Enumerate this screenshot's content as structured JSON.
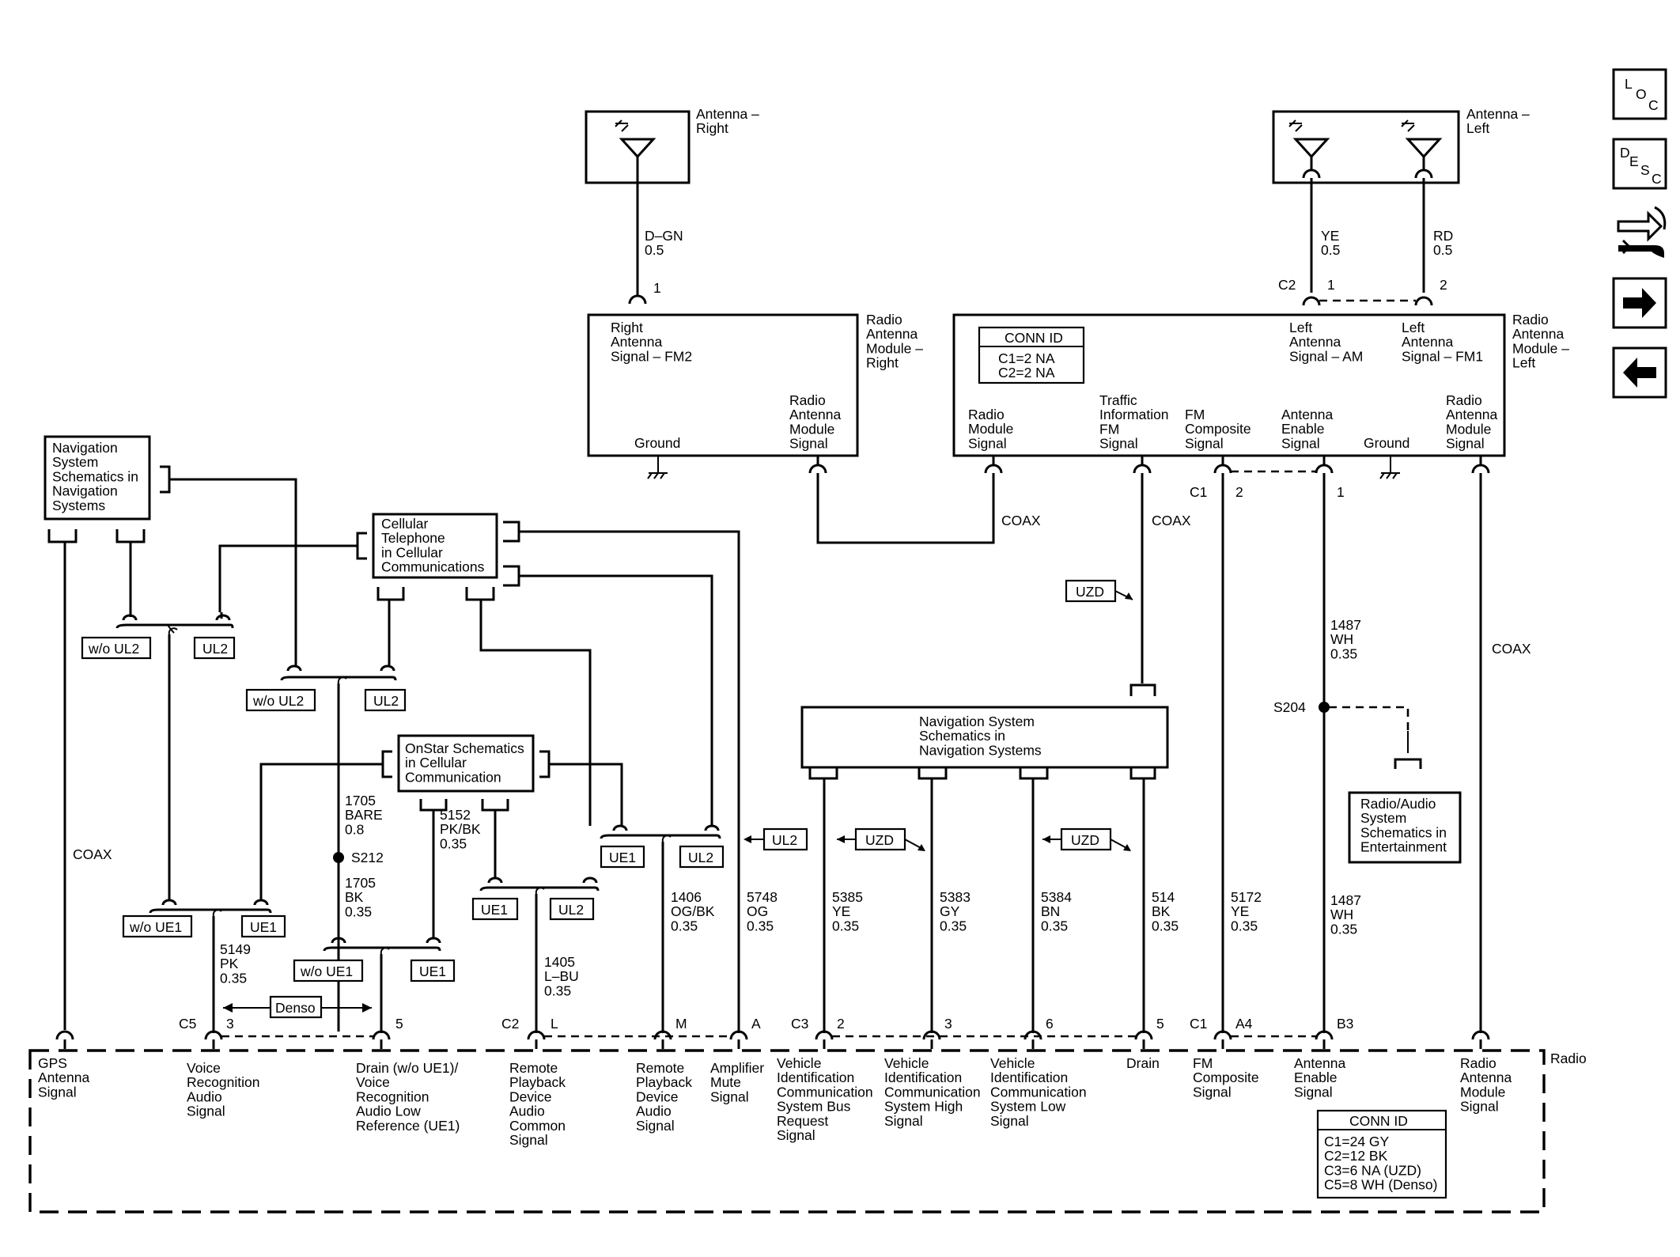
{
  "antennas": {
    "right_label": [
      "Antenna –",
      "Right"
    ],
    "left_label": [
      "Antenna –",
      "Left"
    ]
  },
  "modules": {
    "right": {
      "title": [
        "Radio",
        "Antenna",
        "Module –",
        "Right"
      ],
      "pin_signal_fm2": [
        "Right",
        "Antenna",
        "Signal – FM2"
      ],
      "ground": "Ground",
      "pin_module_signal": [
        "Radio",
        "Antenna",
        "Module",
        "Signal"
      ]
    },
    "left": {
      "title": [
        "Radio",
        "Antenna",
        "Module –",
        "Left"
      ],
      "conn_id_title": "CONN ID",
      "conn_id_lines": [
        "C1=2 NA",
        "C2=2 NA"
      ],
      "pin_am": [
        "Left",
        "Antenna",
        "Signal – AM"
      ],
      "pin_fm1": [
        "Left",
        "Antenna",
        "Signal – FM1"
      ],
      "pin_radio_module_signal": [
        "Radio",
        "Module",
        "Signal"
      ],
      "pin_traffic": [
        "Traffic",
        "Information",
        "FM",
        "Signal"
      ],
      "pin_fm_composite": [
        "FM",
        "Composite",
        "Signal"
      ],
      "pin_antenna_enable": [
        "Antenna",
        "Enable",
        "Signal"
      ],
      "ground": "Ground",
      "pin_ram_signal": [
        "Radio",
        "Antenna",
        "Module",
        "Signal"
      ]
    }
  },
  "wires": {
    "dgn": [
      "D–GN",
      "0.5"
    ],
    "ye": [
      "YE",
      "0.5"
    ],
    "rd": [
      "RD",
      "0.5"
    ],
    "coax": "COAX",
    "w1487a": [
      "1487",
      "WH",
      "0.35"
    ],
    "w1487b": [
      "1487",
      "WH",
      "0.35"
    ],
    "w1705a": [
      "1705",
      "BARE",
      "0.8"
    ],
    "w1705b": [
      "1705",
      "BK",
      "0.35"
    ],
    "w5152": [
      "5152",
      "PK/BK",
      "0.35"
    ],
    "w1406": [
      "1406",
      "OG/BK",
      "0.35"
    ],
    "w5748": [
      "5748",
      "OG",
      "0.35"
    ],
    "w5385": [
      "5385",
      "YE",
      "0.35"
    ],
    "w5383": [
      "5383",
      "GY",
      "0.35"
    ],
    "w5384": [
      "5384",
      "BN",
      "0.35"
    ],
    "w514": [
      "514",
      "BK",
      "0.35"
    ],
    "w5172": [
      "5172",
      "YE",
      "0.35"
    ],
    "w5149": [
      "5149",
      "PK",
      "0.35"
    ],
    "w1405": [
      "1405",
      "L–BU",
      "0.35"
    ]
  },
  "pins": {
    "p1": "1",
    "p2": "2",
    "c1": "C1",
    "c2": "C2",
    "c3": "C3",
    "c5": "C5",
    "p3": "3",
    "p5": "5",
    "p6": "6",
    "pL": "L",
    "pM": "M",
    "pA": "A",
    "a4": "A4",
    "b3": "B3"
  },
  "splices": {
    "s204": "S204",
    "s212": "S212"
  },
  "refboxes": {
    "nav_top": [
      "Navigation",
      "System",
      "Schematics in",
      "Navigation",
      "Systems"
    ],
    "cellular": [
      "Cellular",
      "Telephone",
      "in Cellular",
      "Communications"
    ],
    "onstar": [
      "OnStar Schematics",
      "in Cellular",
      "Communication"
    ],
    "nav_mid": [
      "Navigation System",
      "Schematics in",
      "Navigation Systems"
    ],
    "radio_audio": [
      "Radio/Audio",
      "System",
      "Schematics in",
      "Entertainment"
    ]
  },
  "options": {
    "wo_ul2": "w/o UL2",
    "ul2": "UL2",
    "wo_ue1": "w/o UE1",
    "ue1": "UE1",
    "uzd": "UZD",
    "denso": "Denso"
  },
  "radio": {
    "title": "Radio",
    "conn_id_title": "CONN ID",
    "conn_id_lines": [
      "C1=24 GY",
      "C2=12 BK",
      "C3=6 NA (UZD)",
      "C5=8 WH (Denso)"
    ],
    "pin_gps": [
      "GPS",
      "Antenna",
      "Signal"
    ],
    "pin_voice": [
      "Voice",
      "Recognition",
      "Audio",
      "Signal"
    ],
    "pin_drain_voice": [
      "Drain (w/o UE1)/",
      "Voice",
      "Recognition",
      "Audio Low",
      "Reference (UE1)"
    ],
    "pin_remote_common": [
      "Remote",
      "Playback",
      "Device",
      "Audio",
      "Common",
      "Signal"
    ],
    "pin_remote_audio": [
      "Remote",
      "Playback",
      "Device",
      "Audio",
      "Signal"
    ],
    "pin_amp_mute": [
      "Amplifier",
      "Mute",
      "Signal"
    ],
    "pin_vic_request": [
      "Vehicle",
      "Identification",
      "Communication",
      "System Bus",
      "Request",
      "Signal"
    ],
    "pin_vic_high": [
      "Vehicle",
      "Identification",
      "Communication",
      "System High",
      "Signal"
    ],
    "pin_vic_low": [
      "Vehicle",
      "Identification",
      "Communication",
      "System Low",
      "Signal"
    ],
    "pin_drain": [
      "Drain"
    ],
    "pin_fm_composite": [
      "FM",
      "Composite",
      "Signal"
    ],
    "pin_antenna_enable": [
      "Antenna",
      "Enable",
      "Signal"
    ],
    "pin_ram_signal": [
      "Radio",
      "Antenna",
      "Module",
      "Signal"
    ]
  },
  "nav_buttons": {
    "loc": [
      "L",
      "O",
      "C"
    ],
    "desc": [
      "D",
      "E",
      "S",
      "C"
    ],
    "tools_icon": "connector-wrench-icon",
    "next_icon": "right-arrow-icon",
    "prev_icon": "left-arrow-icon"
  }
}
